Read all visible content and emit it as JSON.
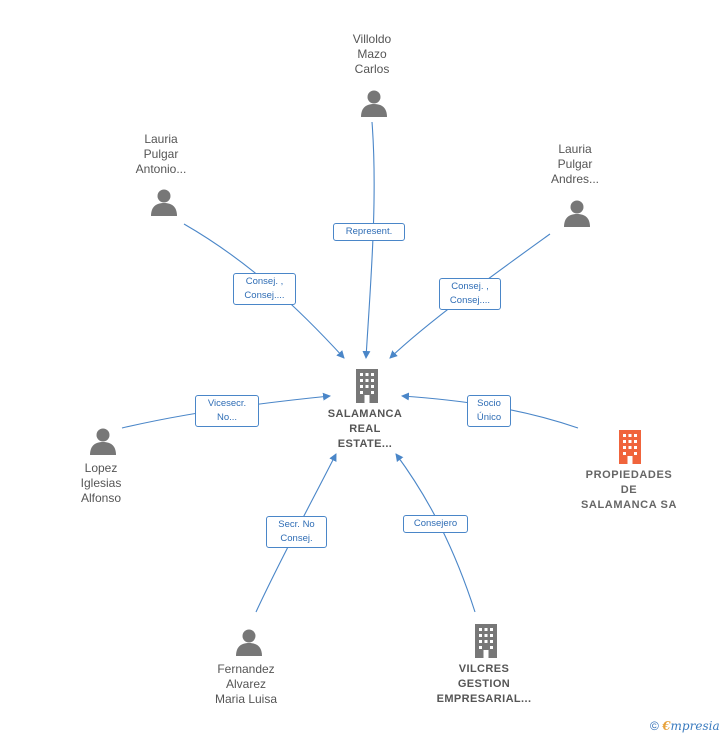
{
  "nodes": {
    "villoldo": {
      "name": "Villoldo\nMazo\nCarlos"
    },
    "lauria_antonio": {
      "name": "Lauria\nPulgar\nAntonio..."
    },
    "lauria_andres": {
      "name": "Lauria\nPulgar\nAndres..."
    },
    "lopez": {
      "name": "Lopez\nIglesias\nAlfonso"
    },
    "fernandez": {
      "name": "Fernandez\nAlvarez\nMaria Luisa"
    },
    "vilcres": {
      "name": "VILCRES\nGESTION\nEMPRESARIAL..."
    },
    "main": {
      "name": "SALAMANCA\nREAL\nESTATE..."
    },
    "propiedades": {
      "name": "PROPIEDADES\nDE\nSALAMANCA SA"
    }
  },
  "edges": {
    "villoldo": "Represent.",
    "lauria_antonio": "Consej. ,\nConsej....",
    "lauria_andres": "Consej. ,\nConsej....",
    "lopez": "Vicesecr.\nNo...",
    "propiedades": "Socio\nÚnico",
    "fernandez": "Secr.  No\nConsej.",
    "vilcres": "Consejero"
  },
  "colors": {
    "edge": "#4a86c8",
    "person": "#777777",
    "company": "#777777",
    "highlight": "#f0643c"
  },
  "footer": {
    "copyright": "©",
    "brand_initial": "€",
    "brand_rest": "mpresia"
  }
}
